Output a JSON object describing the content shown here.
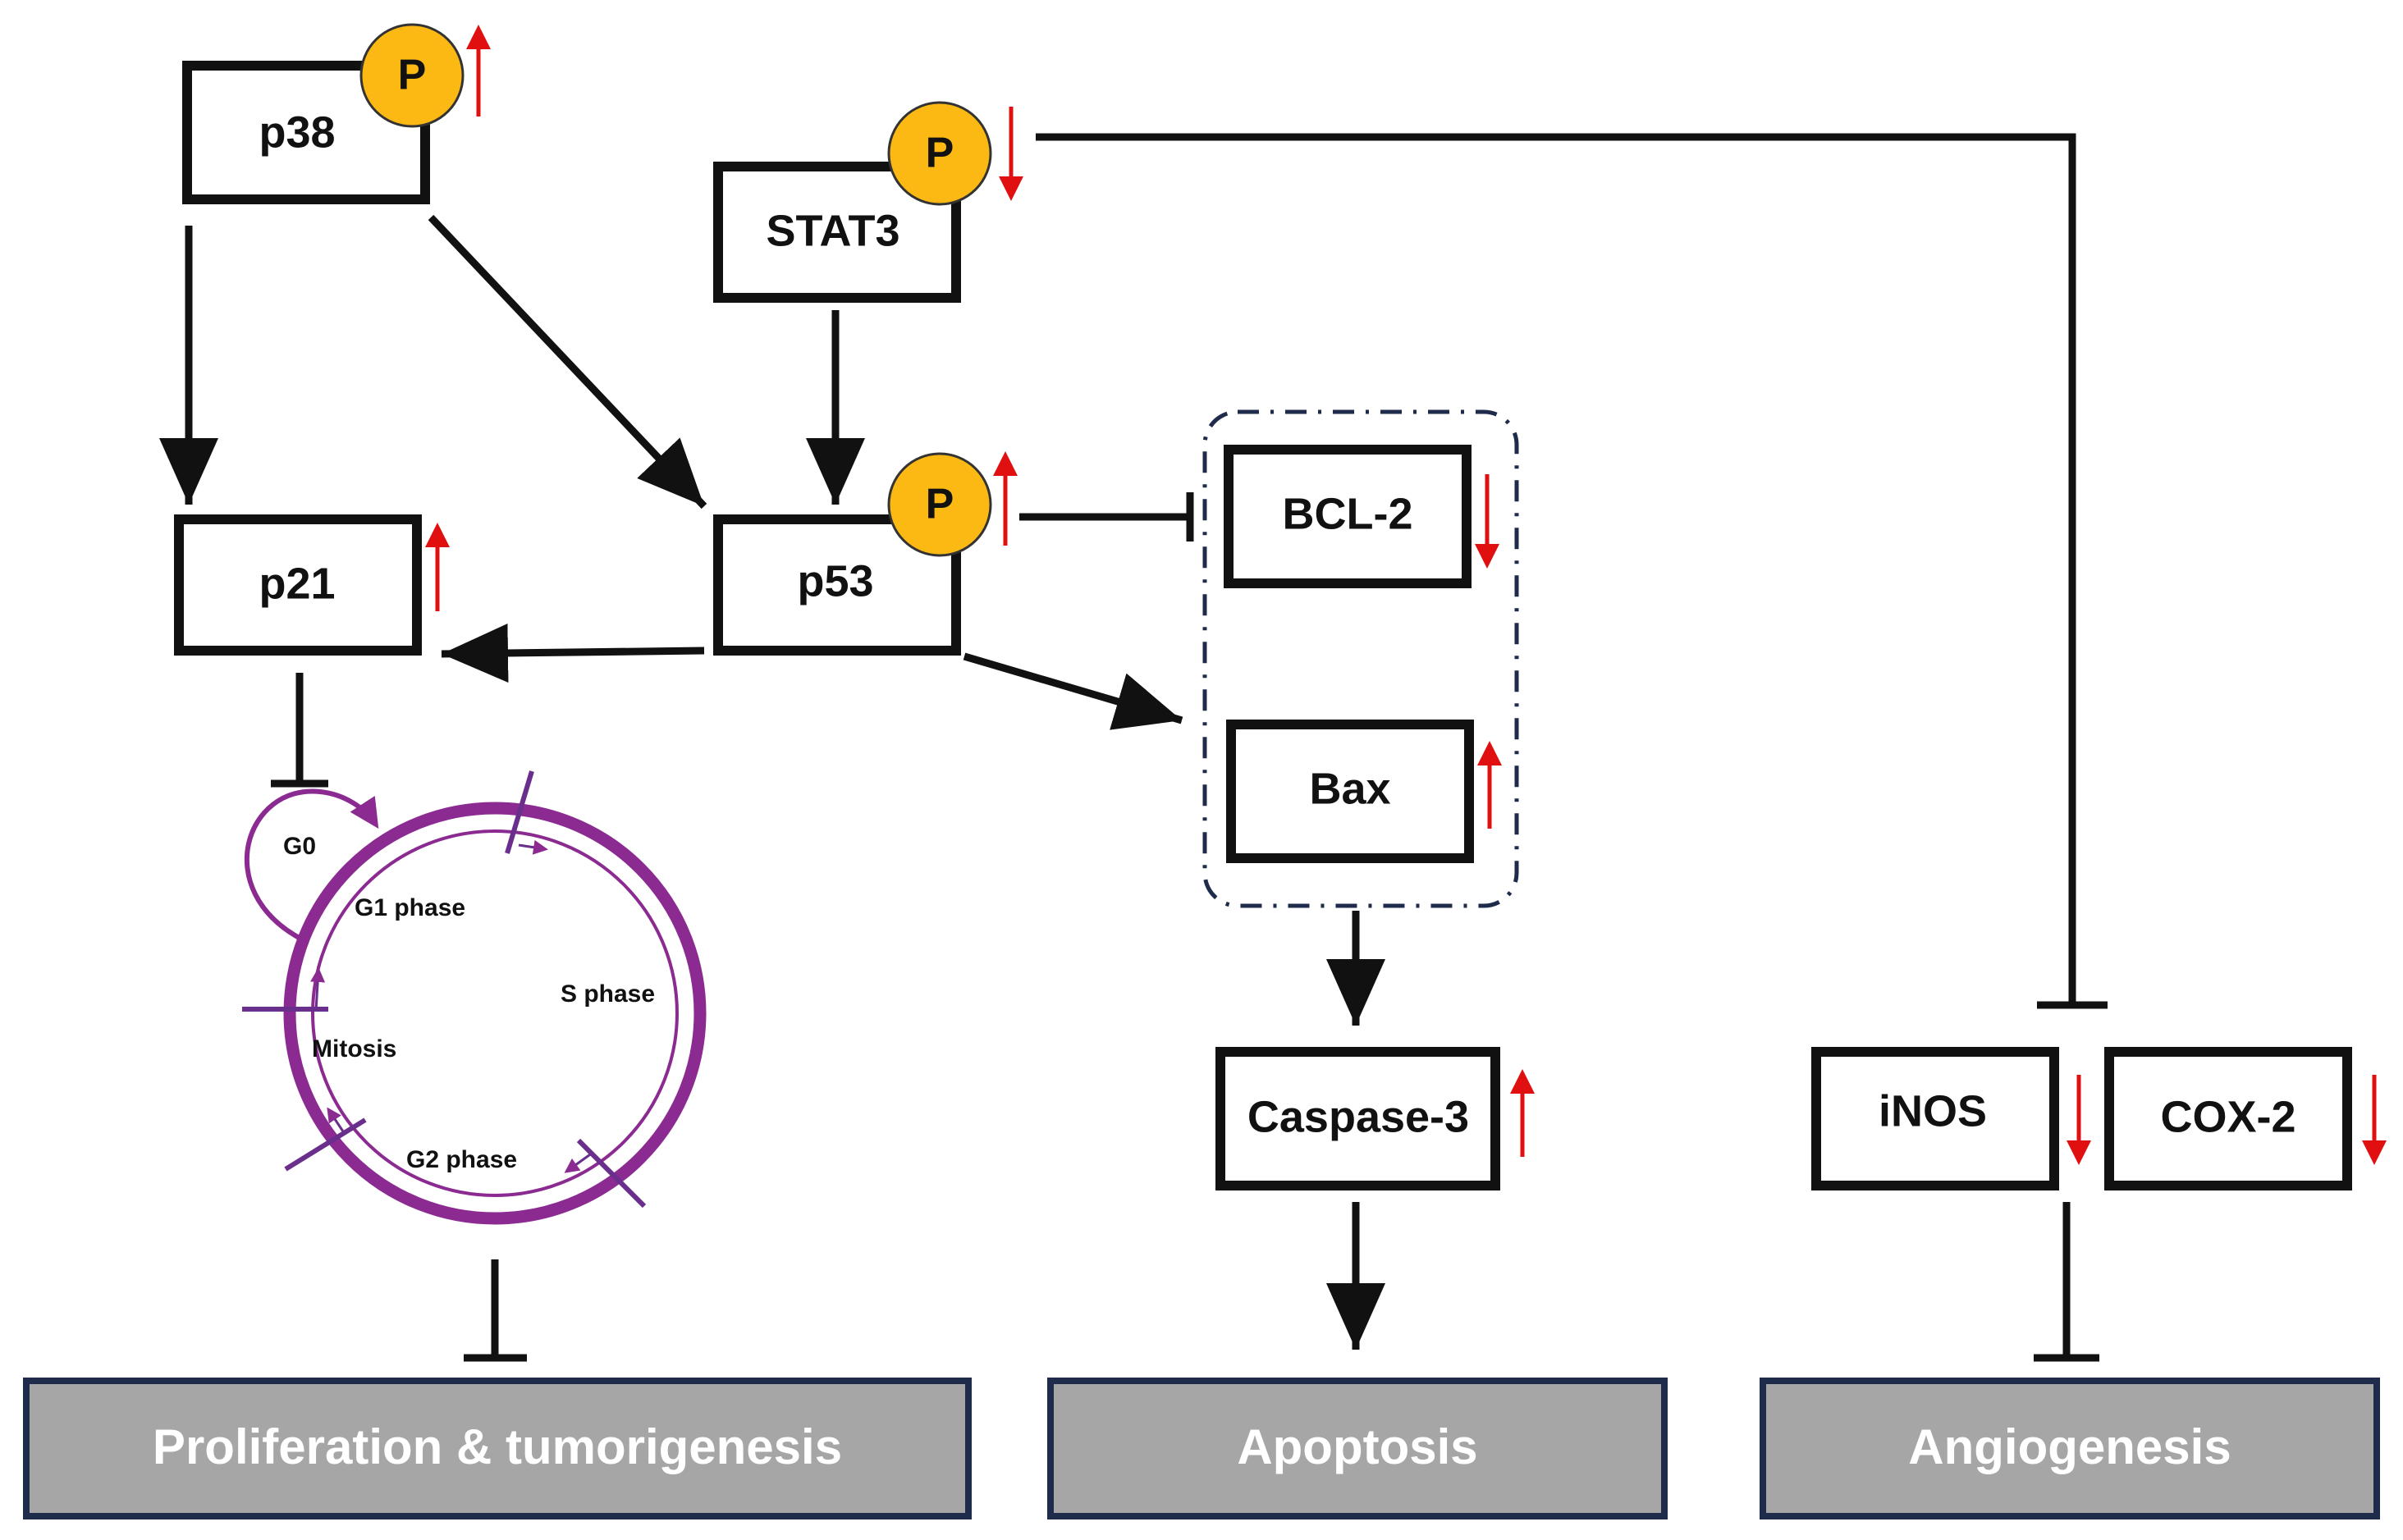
{
  "colors": {
    "line": "#111111",
    "phospho_fill": "#FDB913",
    "up_down_arrow": "#E01010",
    "cell_cycle": "#8B2A91",
    "outcome_fill": "#A6A6A6",
    "outcome_border": "#1F2B4A",
    "outcome_text": "#FFFFFF",
    "dash_border": "#1F2B4A"
  },
  "phospho_label": "P",
  "nodes": {
    "p38": {
      "label": "p38",
      "change": "up",
      "phosphorylated": true
    },
    "stat3": {
      "label": "STAT3",
      "change": "down",
      "phosphorylated": true
    },
    "p21": {
      "label": "p21",
      "change": "up",
      "phosphorylated": false
    },
    "p53": {
      "label": "p53",
      "change": "up",
      "phosphorylated": true
    },
    "bcl2": {
      "label": "BCL-2",
      "change": "down",
      "phosphorylated": false
    },
    "bax": {
      "label": "Bax",
      "change": "up",
      "phosphorylated": false
    },
    "caspase3": {
      "label": "Caspase-3",
      "change": "up",
      "phosphorylated": false
    },
    "inos": {
      "label": "iNOS",
      "change": "down",
      "phosphorylated": false
    },
    "cox2": {
      "label": "COX-2",
      "change": "down",
      "phosphorylated": false
    }
  },
  "cell_cycle": {
    "g0": "G0",
    "g1": "G1 phase",
    "s": "S phase",
    "mitosis": "Mitosis",
    "g2": "G2 phase"
  },
  "outcomes": {
    "proliferation": "Proliferation & tumorigenesis",
    "apoptosis": "Apoptosis",
    "angiogenesis": "Angiogenesis"
  },
  "edges": [
    {
      "from": "p38",
      "to": "p21",
      "type": "activation"
    },
    {
      "from": "p38",
      "to": "p53",
      "type": "activation"
    },
    {
      "from": "stat3",
      "to": "p53",
      "type": "activation"
    },
    {
      "from": "p53",
      "to": "p21",
      "type": "activation"
    },
    {
      "from": "p53",
      "to": "bcl2",
      "type": "inhibition"
    },
    {
      "from": "p53",
      "to": "bax",
      "type": "activation"
    },
    {
      "from": "p21",
      "to": "cell_cycle",
      "type": "inhibition"
    },
    {
      "from": "bcl2_bax",
      "to": "caspase3",
      "type": "activation"
    },
    {
      "from": "stat3",
      "to": "inos_cox2",
      "type": "inhibition"
    },
    {
      "from": "cell_cycle",
      "to": "proliferation",
      "type": "inhibition"
    },
    {
      "from": "caspase3",
      "to": "apoptosis",
      "type": "activation"
    },
    {
      "from": "inos_cox2",
      "to": "angiogenesis",
      "type": "inhibition"
    }
  ]
}
